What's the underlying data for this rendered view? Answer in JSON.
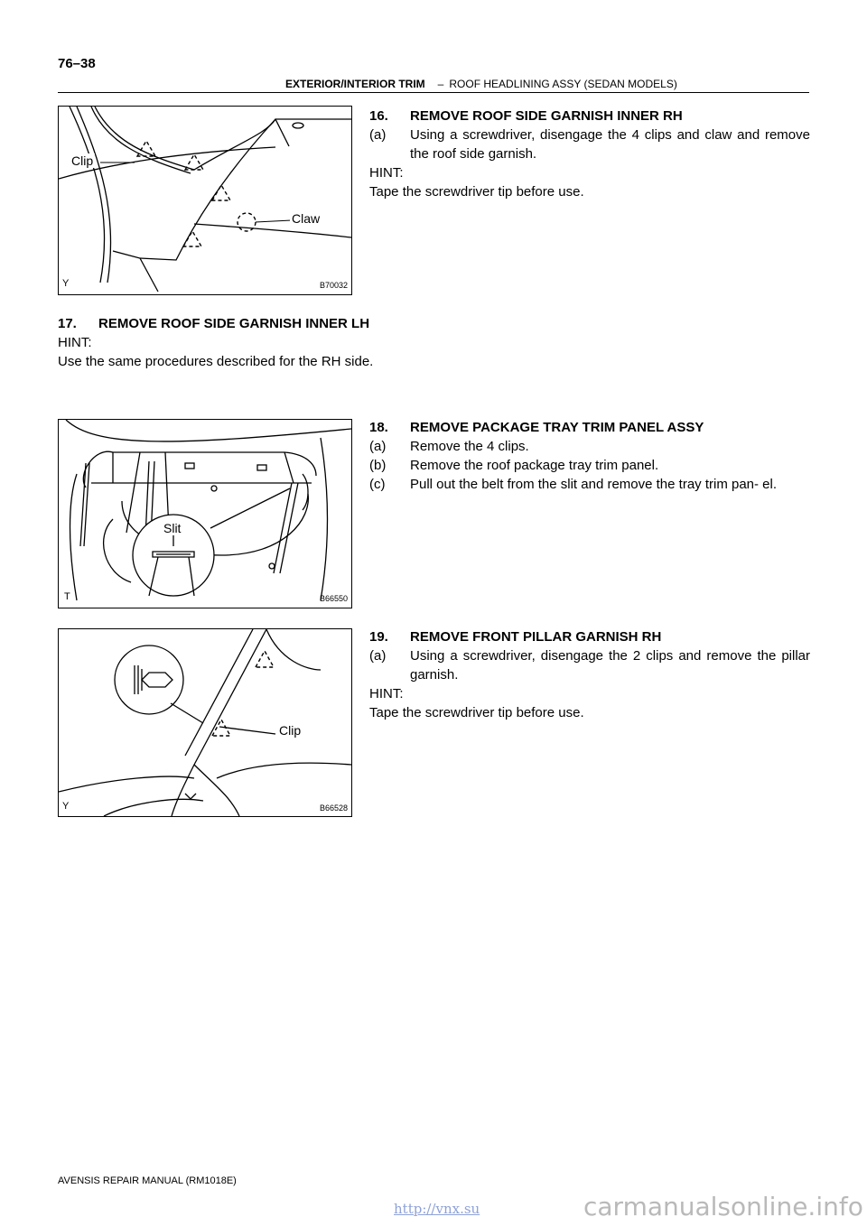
{
  "page": {
    "number": "76–38",
    "section": "EXTERIOR/INTERIOR TRIM",
    "subsection": "ROOF HEADLINING ASSY (SEDAN MODELS)",
    "footer": "AVENSIS REPAIR MANUAL   (RM1018E)",
    "watermark": "carmanualsonline.info",
    "link": "http://vnx.su"
  },
  "figures": {
    "fig1": {
      "code": "B70032",
      "corner": "Y",
      "label_clip": "Clip",
      "label_claw": "Claw"
    },
    "fig2": {
      "code": "B66550",
      "corner": "T",
      "label_slit": "Slit"
    },
    "fig3": {
      "code": "B66528",
      "corner": "Y",
      "label_clip": "Clip"
    }
  },
  "steps": {
    "s16": {
      "num": "16.",
      "title": "REMOVE ROOF SIDE GARNISH INNER RH",
      "a_num": "(a)",
      "a_text": "Using a screwdriver, disengage the 4 clips and claw and remove the roof side garnish.",
      "hint": "HINT:",
      "hint_text": "Tape the screwdriver tip before use."
    },
    "s17": {
      "num": "17.",
      "title": "REMOVE ROOF SIDE GARNISH INNER LH",
      "hint": "HINT:",
      "hint_text": "Use the same procedures described for the RH side."
    },
    "s18": {
      "num": "18.",
      "title": "REMOVE PACKAGE TRAY TRIM PANEL ASSY",
      "a_num": "(a)",
      "a_text": "Remove the 4 clips.",
      "b_num": "(b)",
      "b_text": "Remove the roof package tray trim panel.",
      "c_num": "(c)",
      "c_text": "Pull out the belt from the slit and remove the tray trim pan- el."
    },
    "s19": {
      "num": "19.",
      "title": "REMOVE FRONT PILLAR GARNISH RH",
      "a_num": "(a)",
      "a_text": "Using a screwdriver, disengage the 2 clips and remove the pillar garnish.",
      "hint": "HINT:",
      "hint_text": "Tape the screwdriver tip before use."
    }
  }
}
